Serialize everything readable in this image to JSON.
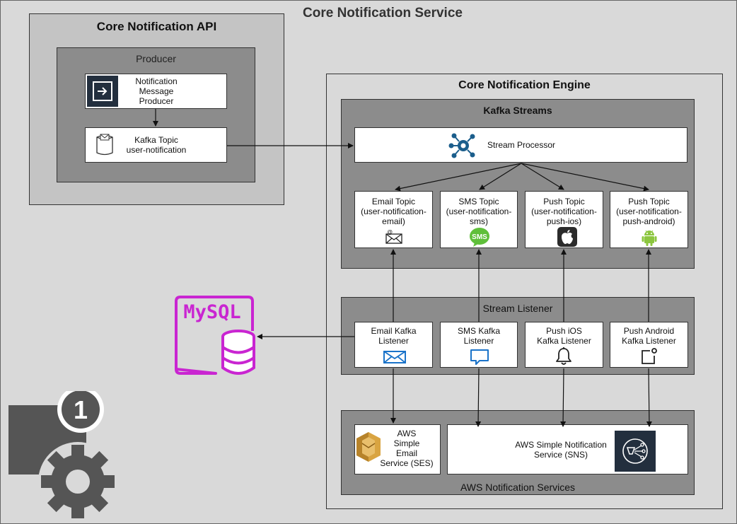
{
  "title": "Core Notification Service",
  "api": {
    "title": "Core Notification API",
    "producer_label": "Producer",
    "message_producer": "Notification\nMessage\nProducer",
    "kafka_topic": "Kafka Topic\nuser-notification"
  },
  "engine": {
    "title": "Core Notification Engine",
    "kafka_streams": "Kafka Streams",
    "stream_processor": "Stream Processor",
    "topics": [
      {
        "label": "Email Topic\n(user-notification-\nemail)",
        "icon": "email-at-icon"
      },
      {
        "label": "SMS Topic\n(user-notification-\nsms)",
        "icon": "sms-icon"
      },
      {
        "label": "Push Topic\n(user-notification-\npush-ios)",
        "icon": "apple-icon"
      },
      {
        "label": "Push Topic\n(user-notification-\npush-android)",
        "icon": "android-icon"
      }
    ],
    "stream_listener": "Stream Listener",
    "listeners": [
      {
        "label": "Email Kafka\nListener",
        "icon": "envelope-icon"
      },
      {
        "label": "SMS Kafka\nListener",
        "icon": "chat-icon"
      },
      {
        "label": "Push iOS\nKafka Listener",
        "icon": "bell-icon"
      },
      {
        "label": "Push Android\nKafka Listener",
        "icon": "notification-icon"
      }
    ],
    "aws_label": "AWS Notification Services",
    "ses": "AWS\nSimple\nEmail\nService (SES)",
    "sns": "AWS Simple Notification\nService (SNS)"
  },
  "mysql": "MySQL",
  "colors": {
    "mysql": "#c925d1",
    "sms": "#5fbf3a",
    "android": "#8cc63f",
    "email_blue": "#1a73c9",
    "ses": "#d9a441"
  }
}
